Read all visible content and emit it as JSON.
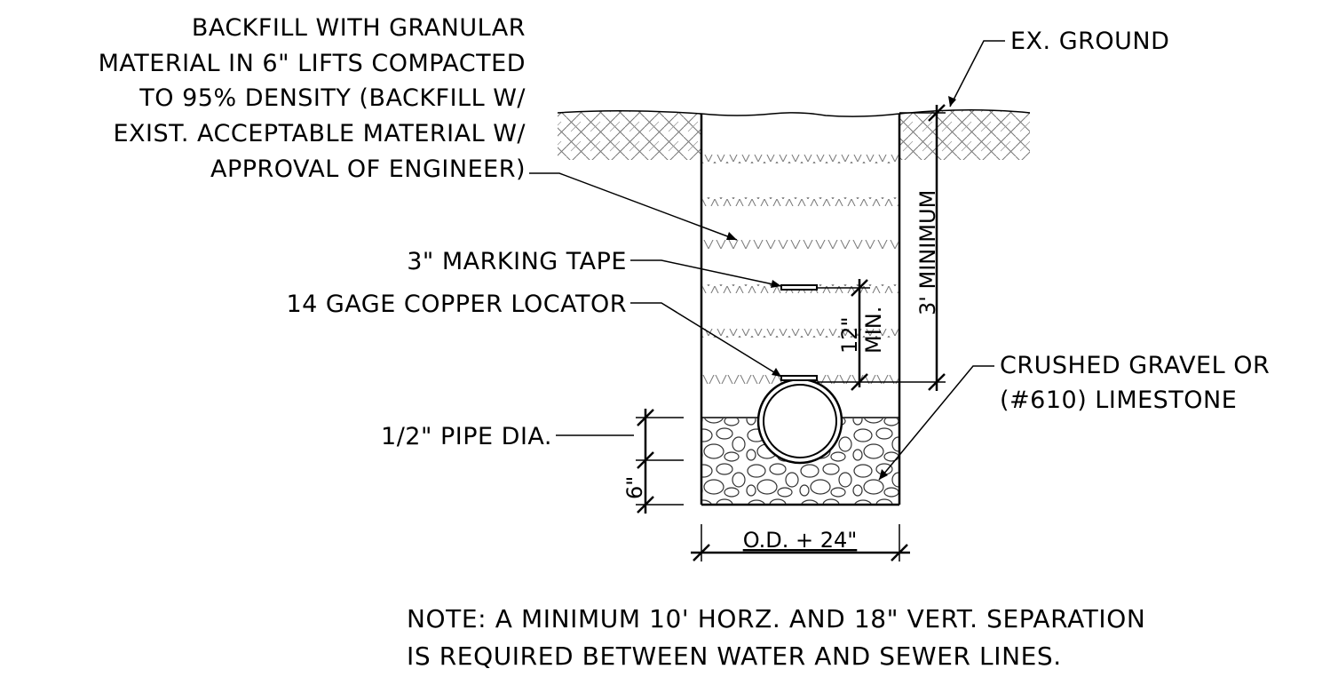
{
  "labels": {
    "backfill": [
      "BACKFILL WITH GRANULAR",
      "MATERIAL IN 6\" LIFTS COMPACTED",
      "TO 95% DENSITY (BACKFILL W/",
      "EXIST. ACCEPTABLE MATERIAL W/",
      "APPROVAL OF ENGINEER)"
    ],
    "ex_ground": "EX. GROUND",
    "marking_tape": "3\" MARKING TAPE",
    "copper_locator": "14 GAGE COPPER LOCATOR",
    "pipe_dia": "1/2\" PIPE DIA.",
    "crushed_gravel": [
      "CRUSHED GRAVEL OR",
      "(#610) LIMESTONE"
    ]
  },
  "dimensions": {
    "min_cover": "3' MINIMUM",
    "tape_spacing": "12\"",
    "tape_spacing_min": "MIN.",
    "bedding": "6\"",
    "trench_width": "O.D. + 24\""
  },
  "note": [
    "NOTE: A MINIMUM 10' HORZ. AND 18\" VERT. SEPARATION",
    "IS REQUIRED BETWEEN WATER AND SEWER LINES."
  ]
}
